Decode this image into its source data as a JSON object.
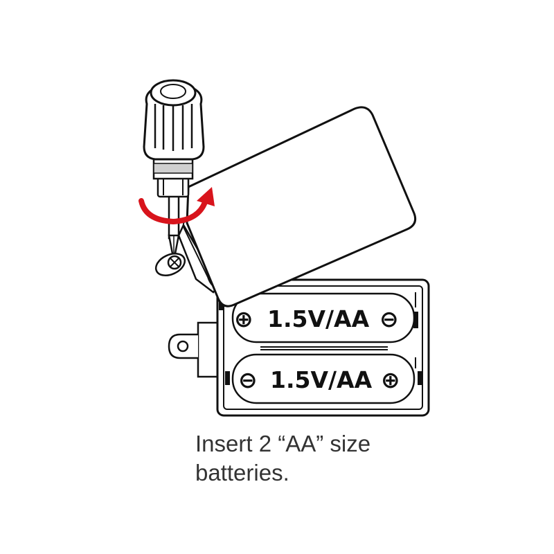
{
  "batteries": [
    {
      "label": "1.5V/AA",
      "left_symbol": "⊕",
      "right_symbol": "⊖"
    },
    {
      "label": "1.5V/AA",
      "left_symbol": "⊖",
      "right_symbol": "⊕"
    }
  ],
  "instruction": {
    "line1": "Insert 2 “AA” size",
    "line2": "batteries."
  },
  "colors": {
    "arrow": "#d8141c",
    "outline": "#111111"
  },
  "icons": [
    "screwdriver-icon",
    "rotate-arrow-icon",
    "screw-icon"
  ]
}
